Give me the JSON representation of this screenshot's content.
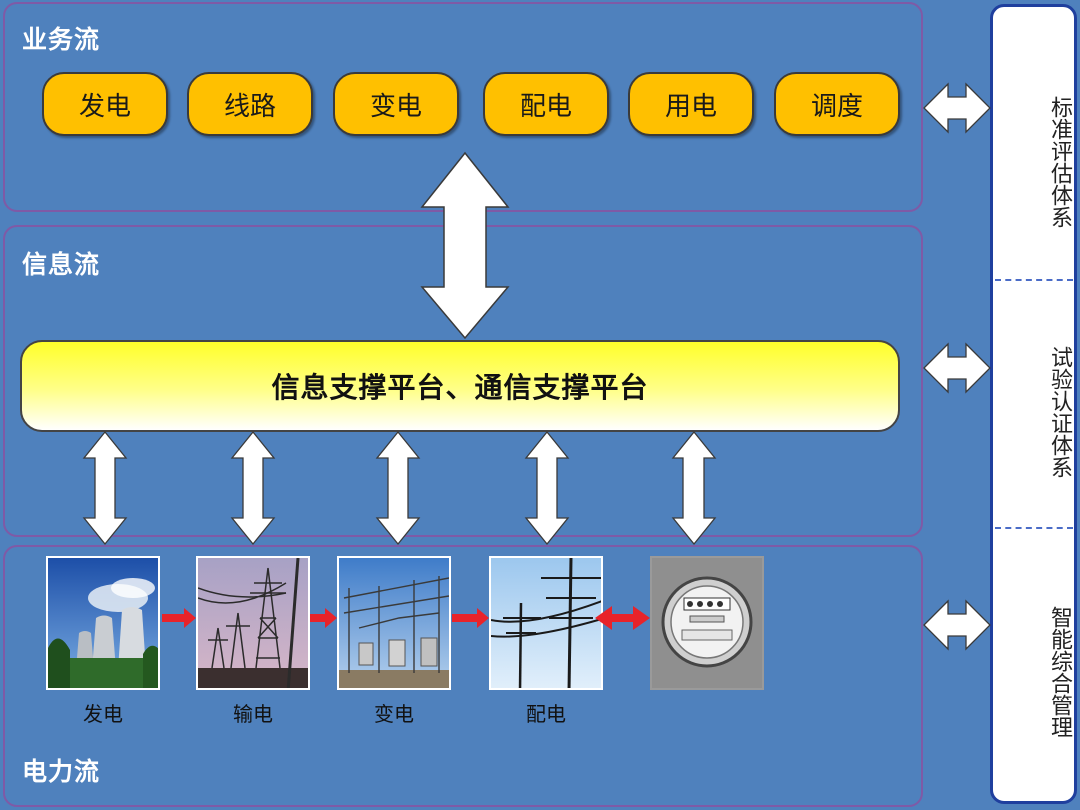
{
  "business_flow": {
    "title": "业务流",
    "items": [
      "发电",
      "线路",
      "变电",
      "配电",
      "用电",
      "调度"
    ]
  },
  "info_flow": {
    "title": "信息流",
    "platform_label": "信息支撑平台、通信支撑平台"
  },
  "power_flow": {
    "title": "电力流",
    "items": [
      "发电",
      "输电",
      "变电",
      "配电"
    ]
  },
  "side_column": {
    "sections": [
      "标准评估体系",
      "试验认证体系",
      "智能综合管理"
    ]
  },
  "colors": {
    "background": "#4f81bd",
    "pill": "#ffc000",
    "panel_border": "#7f5aa6",
    "red_arrow": "#e8232a"
  }
}
